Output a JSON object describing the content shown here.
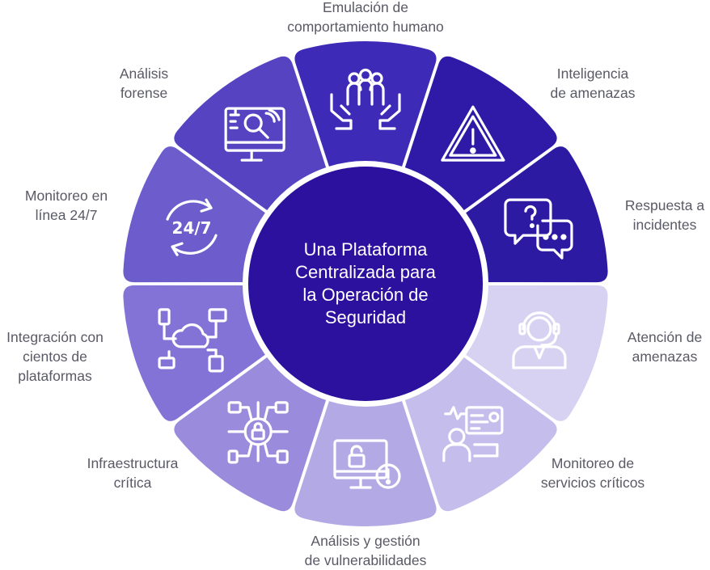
{
  "center": {
    "lines": [
      "Una Plataforma",
      "Centralizada para",
      "la Operación de",
      "Seguridad"
    ],
    "color": "#2c119e"
  },
  "segments": [
    {
      "key": "emulacion",
      "lines": [
        "Emulación de",
        "comportamiento humano"
      ],
      "color": "#3d2bb8",
      "icon": "people-hands-icon"
    },
    {
      "key": "inteligencia",
      "lines": [
        "Inteligencia",
        "de amenazas"
      ],
      "color": "#2e1aa6",
      "icon": "warning-triangle-icon"
    },
    {
      "key": "respuesta",
      "lines": [
        "Respuesta a",
        "incidentes"
      ],
      "color": "#2d1aa3",
      "icon": "chat-bubbles-icon"
    },
    {
      "key": "atencion",
      "lines": [
        "Atención de",
        "amenazas"
      ],
      "color": "#d7d2f1",
      "icon": "headset-agent-icon"
    },
    {
      "key": "monitoreo-servicios",
      "lines": [
        "Monitoreo de",
        "servicios críticos"
      ],
      "color": "#c5bdec",
      "icon": "monitoring-operator-icon"
    },
    {
      "key": "vulnerabilidades",
      "lines": [
        "Análisis y gestión",
        "de vulnerabilidades"
      ],
      "color": "#b3a9e4",
      "icon": "monitor-lock-alert-icon"
    },
    {
      "key": "infraestructura",
      "lines": [
        "Infraestructura",
        "crítica"
      ],
      "color": "#9a8bdc",
      "icon": "network-lock-icon"
    },
    {
      "key": "integracion",
      "lines": [
        "Integración con",
        "cientos de",
        "plataformas"
      ],
      "color": "#8373d6",
      "icon": "cloud-network-icon"
    },
    {
      "key": "monitoreo-24-7",
      "lines": [
        "Monitoreo en",
        "línea 24/7"
      ],
      "color": "#6d5ccb",
      "icon": "clock-24-7-icon",
      "badge": "24/7"
    },
    {
      "key": "forense",
      "lines": [
        "Análisis",
        "forense"
      ],
      "color": "#5543c2",
      "icon": "forensic-monitor-icon"
    }
  ]
}
